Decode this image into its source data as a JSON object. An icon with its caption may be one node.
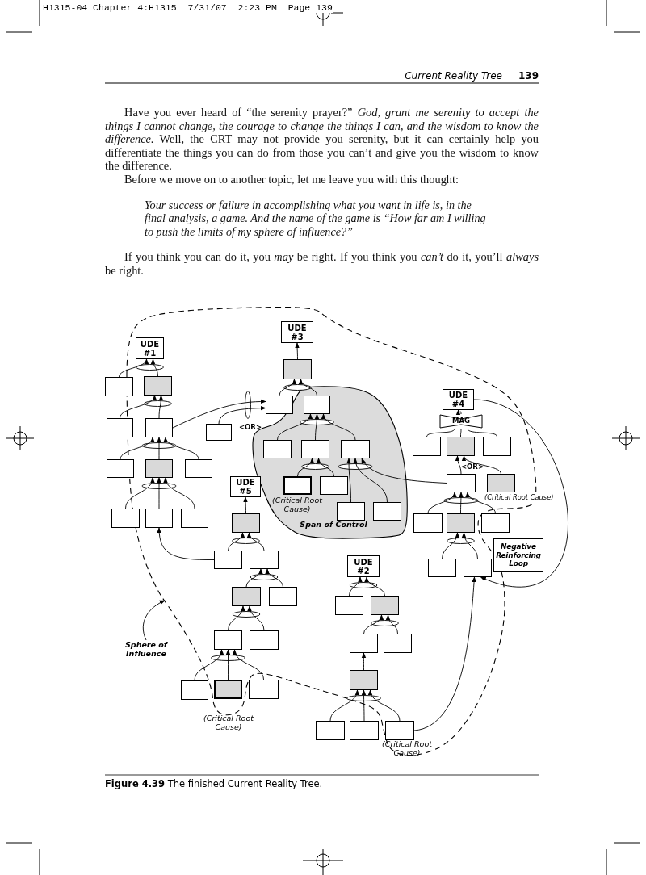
{
  "diagram": {
    "caption": "**Figure 4.39** The finished Current Reality Tree.",
    "nodes": [
      {
        "text": [
          "UDE #3"
        ]
      },
      {
        "text": [
          "UDE #1"
        ]
      },
      {
        "text": [],
        "shape": "box"
      },
      {
        "text": [],
        "shape": "box"
      },
      {
        "text": [],
        "shape": "box"
      },
      {
        "text": [
          "Span of Control"
        ]
      },
      {
        "text": [
          "UDE #4"
        ]
      },
      {
        "text": [],
        "shape": "box"
      },
      {
        "text": [],
        "shape": "box",
        "in": 5
      },
      {
        "text": [
          "MAG"
        ]
      },
      {
        "text": [],
        "shape": "box"
      },
      {
        "text": [],
        "shape": "box"
      },
      {
        "text": [],
        "shape": "box"
      },
      {
        "text": [],
        "shape": "box",
        "in": 5
      },
      {
        "text": [],
        "shape": "box",
        "in": 5
      },
      {
        "text": [],
        "shape": "box",
        "in": 5
      },
      {
        "text": [],
        "shape": "box"
      },
      {
        "text": [],
        "shape": "box"
      },
      {
        "text": [],
        "shape": "box"
      },
      {
        "text": [],
        "shape": "box"
      },
      {
        "text": [],
        "shape": "box"
      },
      {
        "text": [],
        "shape": "box"
      },
      {
        "text": [
          "UDE #5"
        ]
      },
      {
        "text": [],
        "shape": "box",
        "in": 5,
        "beside": [
          "(Critical Root Cause)"
        ]
      },
      {
        "text": [],
        "shape": "box",
        "in": 5
      },
      {
        "text": [],
        "shape": "box"
      },
      {
        "text": [],
        "shape": "box",
        "beside": [
          "(Critical Root Cause)"
        ]
      },
      {
        "text": [],
        "shape": "box",
        "in": 5
      },
      {
        "text": [],
        "shape": "box",
        "in": 5
      },
      {
        "text": [],
        "shape": "box"
      },
      {
        "text": [],
        "shape": "box"
      },
      {
        "text": [],
        "shape": "box"
      },
      {
        "text": [],
        "shape": "box"
      },
      {
        "text": [],
        "shape": "box"
      },
      {
        "text": [],
        "shape": "box"
      },
      {
        "text": [],
        "shape": "box"
      },
      {
        "text": [
          "Negative Reinforcing Loop"
        ]
      },
      {
        "text": [],
        "shape": "box"
      },
      {
        "text": [],
        "shape": "box"
      },
      {
        "text": [
          "UDE #2"
        ]
      },
      {
        "text": [],
        "shape": "box"
      },
      {
        "text": [],
        "shape": "box"
      },
      {
        "text": [],
        "shape": "box"
      },
      {
        "text": [],
        "shape": "box"
      },
      {
        "text": [],
        "shape": "box"
      },
      {
        "text": [],
        "shape": "box"
      },
      {
        "text": [],
        "shape": "box"
      },
      {
        "text": [],
        "shape": "box"
      },
      {
        "text": [
          "Sphere of Influence"
        ]
      },
      {
        "text": [],
        "shape": "box"
      },
      {
        "text": [],
        "shape": "box"
      },
      {
        "text": [],
        "shape": "box"
      },
      {
        "text": [],
        "shape": "box"
      },
      {
        "text": [],
        "shape": "box",
        "beside": [
          "(Critical Root Cause)"
        ]
      },
      {
        "text": [],
        "shape": "box"
      },
      {
        "text": [],
        "shape": "box"
      },
      {
        "text": [],
        "shape": "box"
      },
      {
        "text": [],
        "shape": "box",
        "beside": [
          "(Critical Root Cause)"
        ]
      }
    ],
    "edges": [
      {
        "from": 3,
        "to": 1,
        "arrow": "to"
      },
      {
        "from": 4,
        "to": 1,
        "arrow": "to"
      },
      {
        "from": 2,
        "to": 0,
        "arrow": "to"
      },
      {
        "from": 7,
        "to": 2,
        "arrow": "to"
      },
      {
        "from": 8,
        "to": 2,
        "arrow": "to"
      },
      {
        "from": 10,
        "to": 4,
        "arrow": "to"
      },
      {
        "from": 11,
        "to": 4,
        "arrow": "to"
      },
      {
        "from": 11,
        "to": 7,
        "arrow": "to"
      },
      {
        "from": 12,
        "to": 7,
        "arrow": "to"
      },
      {
        "from": 13,
        "to": 8,
        "arrow": "to"
      },
      {
        "from": 14,
        "to": 8,
        "arrow": "to"
      },
      {
        "from": 15,
        "to": 8,
        "arrow": "to"
      },
      {
        "from": 16,
        "to": 9,
        "arrow": "none"
      },
      {
        "from": 17,
        "to": 9,
        "arrow": "none"
      },
      {
        "from": 18,
        "to": 9,
        "arrow": "none"
      },
      {
        "from": 9,
        "to": 6,
        "arrow": "to"
      },
      {
        "from": 19,
        "to": 11,
        "arrow": "to"
      },
      {
        "from": 20,
        "to": 11,
        "arrow": "to"
      },
      {
        "from": 21,
        "to": 11,
        "arrow": "to"
      },
      {
        "from": 23,
        "to": 14,
        "arrow": "to"
      },
      {
        "from": 24,
        "to": 14,
        "arrow": "to"
      },
      {
        "from": 25,
        "to": 17,
        "arrow": "to"
      },
      {
        "from": 26,
        "to": 17,
        "arrow": "to"
      },
      {
        "from": 27,
        "to": 15,
        "arrow": "to"
      },
      {
        "from": 28,
        "to": 15,
        "arrow": "to"
      },
      {
        "from": 25,
        "to": 15,
        "arrow": "to"
      },
      {
        "from": 29,
        "to": 20,
        "arrow": "to"
      },
      {
        "from": 30,
        "to": 20,
        "arrow": "to"
      },
      {
        "from": 31,
        "to": 20,
        "arrow": "to"
      },
      {
        "from": 32,
        "to": 22,
        "arrow": "to"
      },
      {
        "from": 33,
        "to": 25,
        "arrow": "to"
      },
      {
        "from": 34,
        "to": 25,
        "arrow": "to"
      },
      {
        "from": 35,
        "to": 25,
        "arrow": "to"
      },
      {
        "from": 37,
        "to": 32,
        "arrow": "to"
      },
      {
        "from": 38,
        "to": 32,
        "arrow": "to"
      },
      {
        "from": 37,
        "to": 30,
        "arrow": "to"
      },
      {
        "from": 40,
        "to": 34,
        "arrow": "to"
      },
      {
        "from": 41,
        "to": 34,
        "arrow": "to"
      },
      {
        "from": 42,
        "to": 38,
        "arrow": "to"
      },
      {
        "from": 43,
        "to": 38,
        "arrow": "to"
      },
      {
        "from": 44,
        "to": 39,
        "arrow": "to"
      },
      {
        "from": 45,
        "to": 39,
        "arrow": "to"
      },
      {
        "from": 46,
        "to": 45,
        "arrow": "to"
      },
      {
        "from": 47,
        "to": 45,
        "arrow": "to"
      },
      {
        "from": 49,
        "to": 42,
        "arrow": "to"
      },
      {
        "from": 50,
        "to": 42,
        "arrow": "to"
      },
      {
        "from": 51,
        "to": 46,
        "arrow": "to"
      },
      {
        "from": 52,
        "to": 49,
        "arrow": "to"
      },
      {
        "from": 53,
        "to": 49,
        "arrow": "to"
      },
      {
        "from": 54,
        "to": 49,
        "arrow": "to"
      },
      {
        "from": 55,
        "to": 51,
        "arrow": "to"
      },
      {
        "from": 56,
        "to": 51,
        "arrow": "to"
      },
      {
        "from": 57,
        "to": 51,
        "arrow": "to"
      },
      {
        "from": 57,
        "to": 41,
        "arrow": "to"
      },
      {
        "from": 6,
        "to": 41,
        "arrow": "to"
      },
      {
        "from": 48,
        "to": null,
        "arrow": "to"
      }
    ],
    "labels": [
      "H1315-04 Chapter 4:H1315  7/31/07  2:23 PM  Page 139",
      "Current Reality Tree",
      "139",
      "Have you ever heard of “the serenity prayer?” *God, grant me serenity to accept the things I cannot change, the courage to change the things I can, and the wisdom to know the difference.* Well, the CRT may not provide you serenity, but it can certainly help you differentiate the things you can do from those you can’t and give you the wisdom to know the difference.",
      "Before we move on to another topic, let me leave you with this thought:",
      "Your success or failure in accomplishing what you want in life is, in the final analysis, a game. And the name of the game is “How far am I willing to push the limits of my sphere of influence?”",
      "If you think you can do it, you *may* be right. If you think you *can’t* do it, you’ll *always* be right.",
      "<OR>",
      "<OR>"
    ]
  }
}
